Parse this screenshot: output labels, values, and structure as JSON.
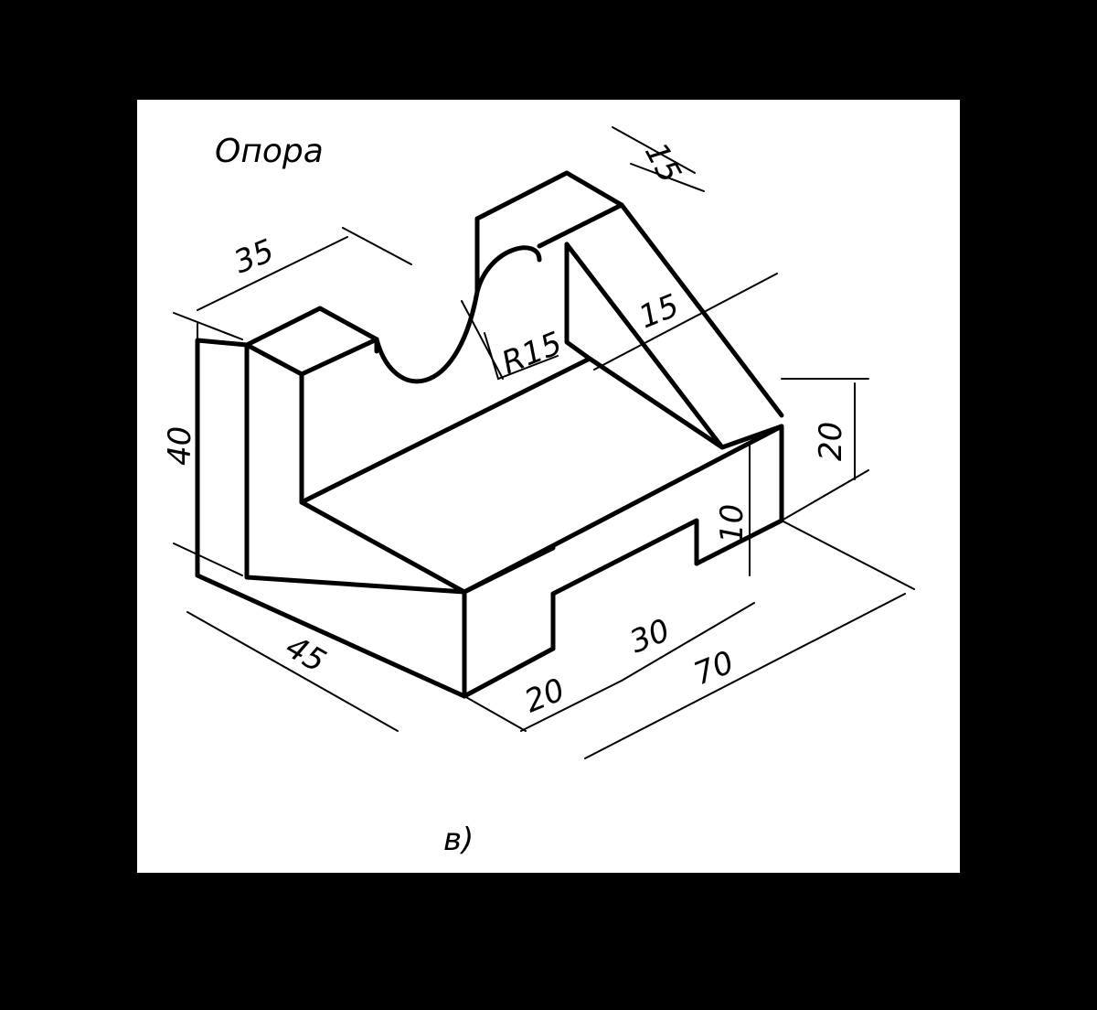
{
  "title": "Опора",
  "caption": "в)",
  "dimensions": {
    "d35": "35",
    "d15_top": "15",
    "r15": "R15",
    "d15_rib": "15",
    "d40": "40",
    "d20_right": "20",
    "d10": "10",
    "d45": "45",
    "d30": "30",
    "d20_bottom": "20",
    "d70": "70"
  },
  "colors": {
    "background": "#000000",
    "sheet": "#ffffff",
    "ink": "#000000"
  }
}
